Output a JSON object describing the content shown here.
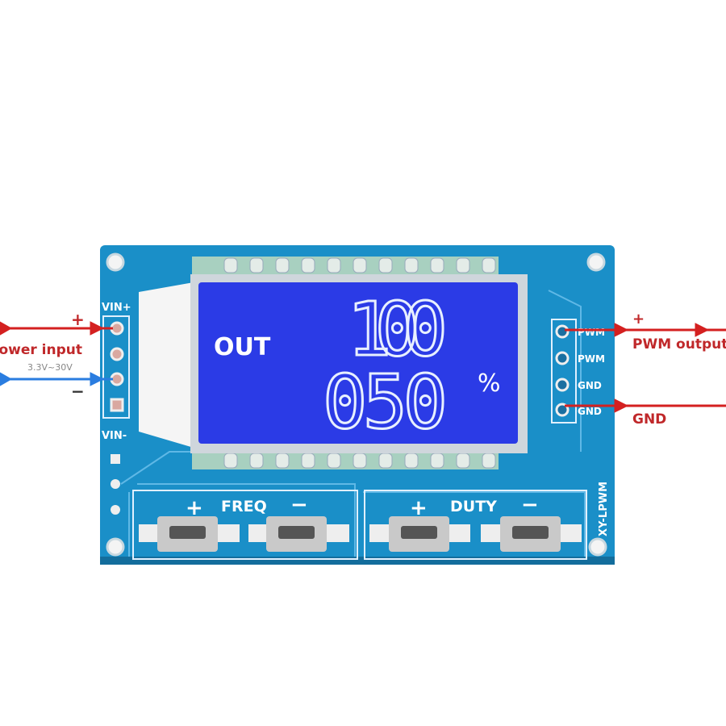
{
  "colors": {
    "board": "#1a8fc8",
    "lcd": "#2b3be6",
    "arrow_red": "#d42020",
    "arrow_blue": "#2a7de0",
    "label_red": "#c0282a"
  },
  "input": {
    "plus": "+",
    "minus": "−",
    "title": "Power input",
    "range": "3.3V~30V"
  },
  "output": {
    "plus": "+",
    "title": "PWM output",
    "gnd": "GND"
  },
  "board": {
    "vin_plus": "VIN+",
    "vin_minus": "VIN-",
    "pins": [
      "PWM",
      "PWM",
      "GND",
      "GND"
    ],
    "model": "XY-LPWM",
    "freq": {
      "plus": "+",
      "label": "FREQ",
      "minus": "−"
    },
    "duty": {
      "plus": "+",
      "label": "DUTY",
      "minus": "−"
    }
  },
  "lcd": {
    "out": "OUT",
    "line1": "100",
    "line2": "050",
    "unit": "%"
  }
}
